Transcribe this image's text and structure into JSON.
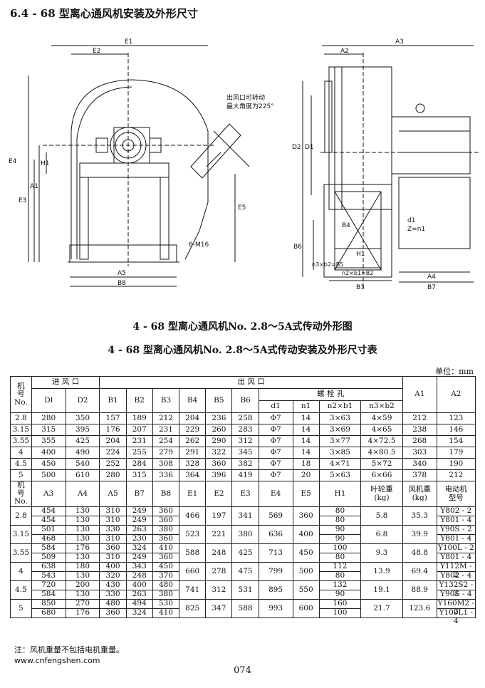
{
  "heading": "6.4 - 68 型离心通风机安装及外形尺寸",
  "drawing": {
    "labels": {
      "E1": "E1",
      "E2": "E2",
      "E4": "E4",
      "E3": "E3",
      "A1": "A1",
      "H1": "H1",
      "E5": "E5",
      "A5": "A5",
      "B8": "B8",
      "M16": "6-M16",
      "outlet1": "出风口可转动",
      "outlet2": "最大角度为225°",
      "A3": "A3",
      "A2": "A2",
      "D2": "D2",
      "D1": "D1",
      "B6": "B6",
      "B4": "B4",
      "n3b2": "n3×b2=B5",
      "d1": "d1",
      "Zn1": "Z=n1",
      "H1r": "H1",
      "n2b1": "n2×b1=B2",
      "B3": "B3",
      "A4": "A4",
      "B7": "B7"
    }
  },
  "caption1": "4 - 68 型离心通风机No. 2.8～5A式传动外形图",
  "caption2": "4 - 68 型离心通风机No. 2.8～5A式传动安装及外形尺寸表",
  "unit": "单位：mm",
  "table1": {
    "head": {
      "no": "机\n号\nNo.",
      "inlet": "进 风 口",
      "outlet": "出  风  口",
      "bolt": "螺  栓  孔",
      "D1": "Dl",
      "D2": "D2",
      "B1": "B1",
      "B2": "B2",
      "B3": "B3",
      "B4": "B4",
      "B5": "B5",
      "B6": "B6",
      "d1": "d1",
      "n1": "n1",
      "n2b1": "n2×b1",
      "n3b2": "n3×b2",
      "A1": "A1",
      "A2": "A2"
    },
    "rows": [
      [
        "2.8",
        "280",
        "350",
        "157",
        "189",
        "212",
        "204",
        "236",
        "258",
        "Φ7",
        "14",
        "3×63",
        "4×59",
        "212",
        "123"
      ],
      [
        "3.15",
        "315",
        "395",
        "176",
        "207",
        "231",
        "229",
        "260",
        "283",
        "Φ7",
        "14",
        "3×69",
        "4×65",
        "238",
        "146"
      ],
      [
        "3.55",
        "355",
        "425",
        "204",
        "231",
        "254",
        "262",
        "290",
        "312",
        "Φ7",
        "14",
        "3×77",
        "4×72.5",
        "268",
        "154"
      ],
      [
        "4",
        "400",
        "490",
        "224",
        "255",
        "279",
        "291",
        "322",
        "345",
        "Φ7",
        "14",
        "3×85",
        "4×80.5",
        "303",
        "179"
      ],
      [
        "4.5",
        "450",
        "540",
        "252",
        "284",
        "308",
        "328",
        "360",
        "382",
        "Φ7",
        "18",
        "4×71",
        "5×72",
        "340",
        "190"
      ],
      [
        "5",
        "500",
        "610",
        "280",
        "315",
        "336",
        "364",
        "396",
        "419",
        "Φ7",
        "20",
        "5×63",
        "6×66",
        "378",
        "212"
      ]
    ]
  },
  "table2": {
    "head": {
      "no": "机\n号\nNo.",
      "A3": "A3",
      "A4": "A4",
      "A5": "A5",
      "B7": "B7",
      "B8": "B8",
      "E1": "E1",
      "E2": "E2",
      "E3": "E3",
      "E4": "E4",
      "E5": "E5",
      "H1": "H1",
      "impeller": "叶轮重\n(kg)",
      "fan": "风机重\n(kg)",
      "motor": "电动机\n型号"
    },
    "rows": [
      {
        "no": "2.8",
        "A3": [
          "454",
          "454"
        ],
        "A4": [
          "130",
          "130"
        ],
        "A5": [
          "310",
          "310"
        ],
        "B7": [
          "249",
          "249"
        ],
        "B8": [
          "360",
          "360"
        ],
        "E1": "466",
        "E2": "197",
        "E3": "341",
        "E4": "569",
        "E5": "360",
        "H1": [
          "80",
          "80"
        ],
        "imp": "5.8",
        "fan": "35.3",
        "motor": [
          "Y802 - 2",
          "Y801 - 4"
        ]
      },
      {
        "no": "3.15",
        "A3": [
          "501",
          "468"
        ],
        "A4": [
          "130",
          "130"
        ],
        "A5": [
          "330",
          "310"
        ],
        "B7": [
          "263",
          "230"
        ],
        "B8": [
          "380",
          "360"
        ],
        "E1": "523",
        "E2": "221",
        "E3": "380",
        "E4": "636",
        "E5": "400",
        "H1": [
          "90",
          "90"
        ],
        "imp": "6.8",
        "fan": "39.9",
        "motor": [
          "Y90S - 2",
          "Y801 - 4"
        ]
      },
      {
        "no": "3.55",
        "A3": [
          "584",
          "509"
        ],
        "A4": [
          "176",
          "130"
        ],
        "A5": [
          "360",
          "310"
        ],
        "B7": [
          "324",
          "249"
        ],
        "B8": [
          "410",
          "360"
        ],
        "E1": "588",
        "E2": "248",
        "E3": "425",
        "E4": "713",
        "E5": "450",
        "H1": [
          "100",
          "80"
        ],
        "imp": "9.3",
        "fan": "48.8",
        "motor": [
          "Y100L - 2",
          "Y801 - 4"
        ]
      },
      {
        "no": "4",
        "A3": [
          "638",
          "543"
        ],
        "A4": [
          "180",
          "130"
        ],
        "A5": [
          "400",
          "320"
        ],
        "B7": [
          "343",
          "248"
        ],
        "B8": [
          "450",
          "370"
        ],
        "E1": "660",
        "E2": "278",
        "E3": "475",
        "E4": "799",
        "E5": "500",
        "H1": [
          "112",
          "80"
        ],
        "imp": "13.9",
        "fan": "69.4",
        "motor": [
          "Y112M - 2",
          "Y802 - 4"
        ]
      },
      {
        "no": "4.5",
        "A3": [
          "720",
          "584"
        ],
        "A4": [
          "200",
          "130"
        ],
        "A5": [
          "430",
          "330"
        ],
        "B7": [
          "400",
          "263"
        ],
        "B8": [
          "480",
          "380"
        ],
        "E1": "741",
        "E2": "312",
        "E3": "531",
        "E4": "895",
        "E5": "550",
        "H1": [
          "132",
          "90"
        ],
        "imp": "19.1",
        "fan": "88.9",
        "motor": [
          "Y132S2 - 2",
          "Y90S - 4"
        ]
      },
      {
        "no": "5",
        "A3": [
          "850",
          "680"
        ],
        "A4": [
          "270",
          "176"
        ],
        "A5": [
          "480",
          "360"
        ],
        "B7": [
          "494",
          "324"
        ],
        "B8": [
          "530",
          "410"
        ],
        "E1": "825",
        "E2": "347",
        "E3": "588",
        "E4": "993",
        "E5": "600",
        "H1": [
          "160",
          "100"
        ],
        "imp": "21.7",
        "fan": "123.6",
        "motor": [
          "Y160M2 - 2",
          "Y100L1 - 4"
        ]
      }
    ]
  },
  "note": "注：风机重量不包括电机重量。",
  "website": "www.cnfengshen.com",
  "page_number": "074"
}
